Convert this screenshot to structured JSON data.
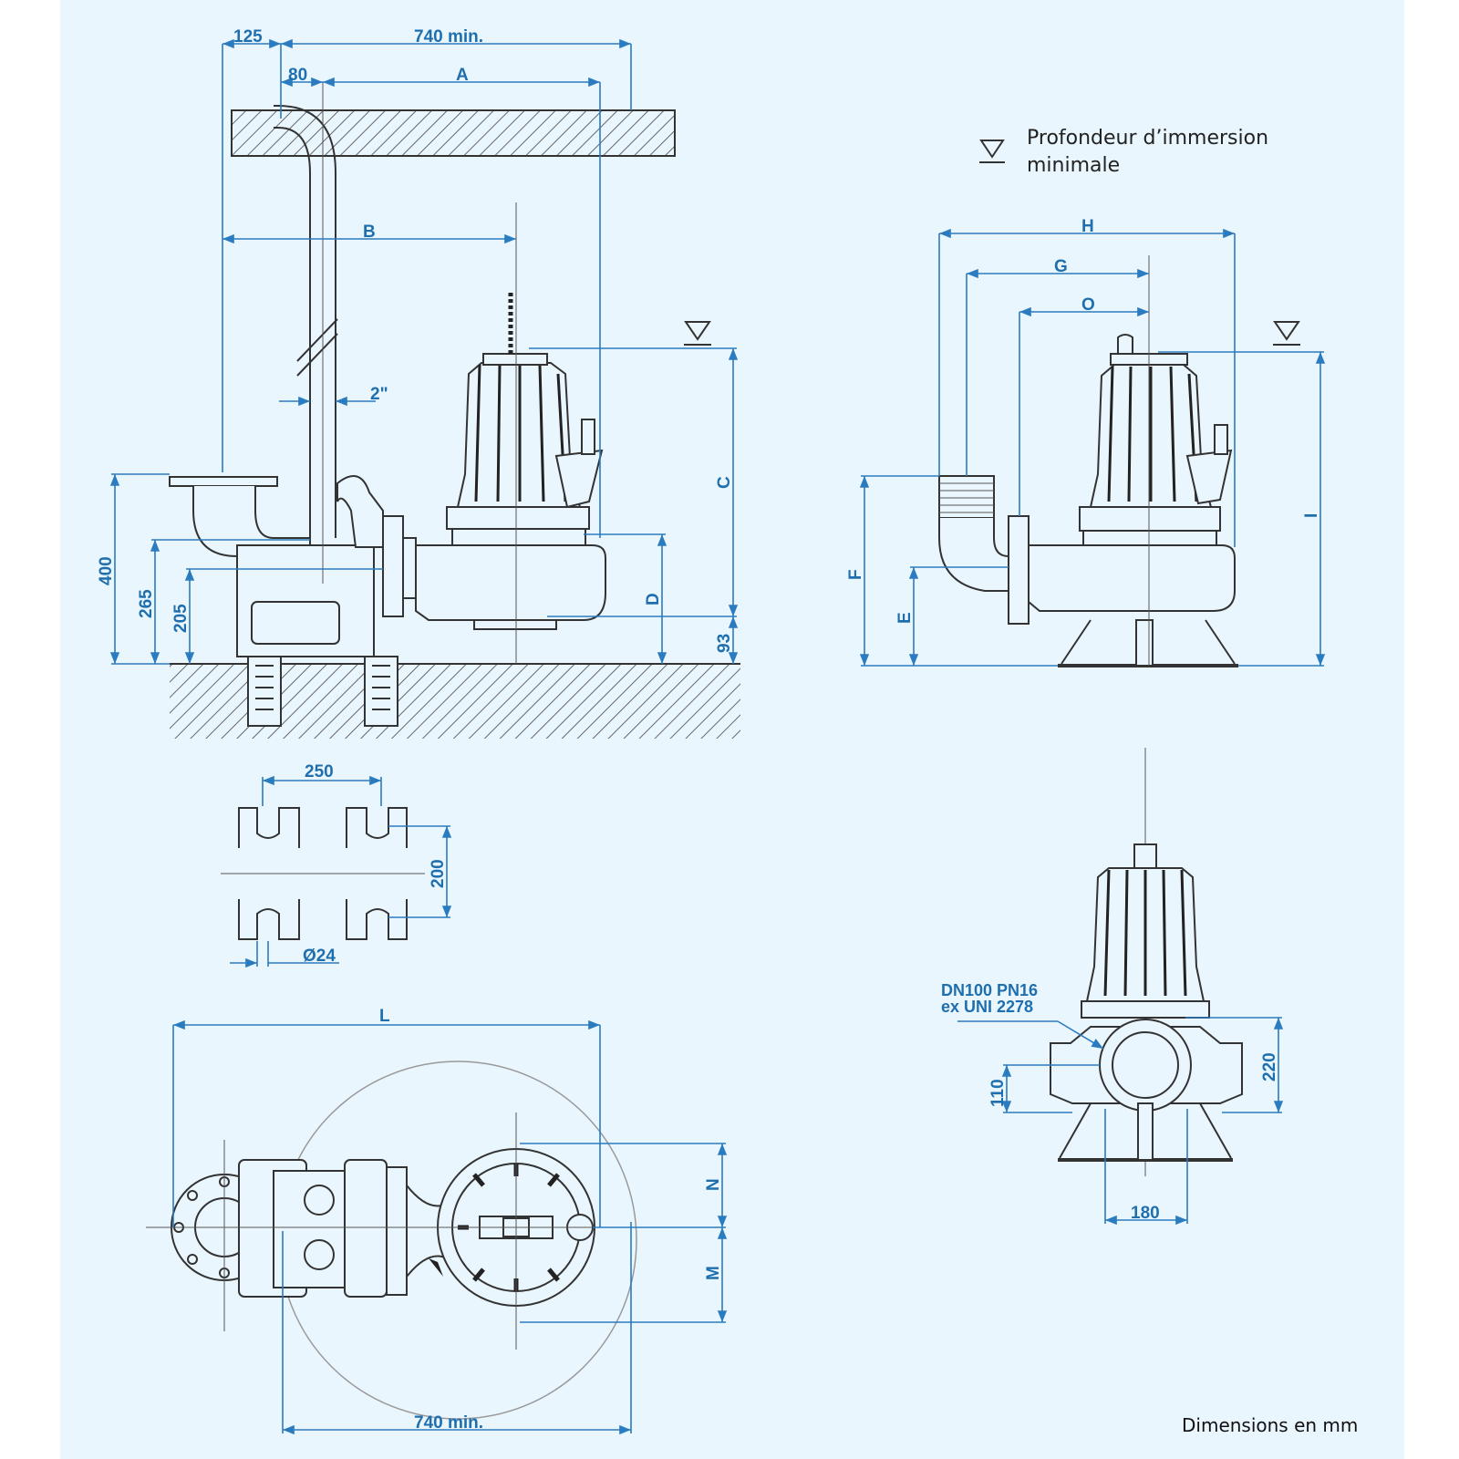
{
  "legend": {
    "immersion_line1": "Profondeur d’immersion",
    "immersion_line2": "minimale",
    "units_note": "Dimensions en mm"
  },
  "side_view": {
    "dim_125": "125",
    "dim_740_top": "740 min.",
    "dim_80": "80",
    "dim_A": "A",
    "dim_B": "B",
    "dim_2in": "2\"",
    "dim_C": "C",
    "dim_D": "D",
    "dim_93": "93",
    "dim_400": "400",
    "dim_265": "265",
    "dim_205": "205"
  },
  "front_view": {
    "dim_H": "H",
    "dim_G": "G",
    "dim_O": "O",
    "dim_I": "I",
    "dim_F": "F",
    "dim_E": "E"
  },
  "anchor_plan": {
    "dim_250": "250",
    "dim_200": "200",
    "dim_24": "Ø24"
  },
  "top_view": {
    "dim_L": "L",
    "dim_N": "N",
    "dim_M": "M",
    "dim_740_bottom": "740 min."
  },
  "outlet_view": {
    "flange_line1": "DN100 PN16",
    "flange_line2": "ex UNI 2278",
    "dim_220": "220",
    "dim_110": "110",
    "dim_180": "180"
  }
}
